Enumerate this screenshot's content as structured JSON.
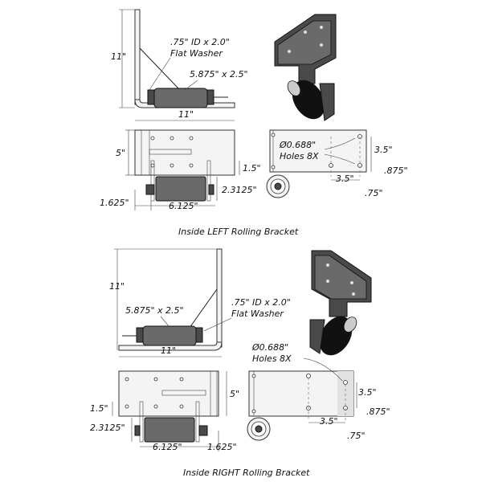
{
  "top": {
    "caption": "Inside LEFT Rolling Bracket",
    "dim_height": "11\"",
    "washer_line1": ".75\" ID x 2.0\"",
    "washer_line2": "Flat Washer",
    "roller_size": "5.875\" x 2.5\"",
    "dim_width": "11\"",
    "dim_plate_height": "5\"",
    "dim_roller_offset": "1.5\"",
    "dim_roller_height": "2.3125\"",
    "dim_left_offset": "1.625\"",
    "dim_roller_width": "6.125\"",
    "holes_line1": "Ø0.688\"",
    "holes_line2": "Holes 8X",
    "dim_hole_vertical": "3.5\"",
    "dim_hole_edge": ".875\"",
    "dim_hole_horizontal": "3.5\"",
    "dim_hole_side": ".75\""
  },
  "bottom": {
    "caption": "Inside RIGHT Rolling Bracket",
    "dim_height": "11\"",
    "washer_line1": ".75\" ID x 2.0\"",
    "washer_line2": "Flat Washer",
    "roller_size": "5.875\" x 2.5\"",
    "dim_width": "11\"",
    "dim_plate_height": "5\"",
    "dim_roller_offset": "1.5\"",
    "dim_roller_height": "2.3125\"",
    "dim_roller_width": "6.125\"",
    "dim_right_offset": "1.625\"",
    "holes_line1": "Ø0.688\"",
    "holes_line2": "Holes 8X",
    "dim_hole_vertical": "3.5\"",
    "dim_hole_edge": ".875\"",
    "dim_hole_horizontal": "3.5\"",
    "dim_hole_side": ".75\""
  }
}
